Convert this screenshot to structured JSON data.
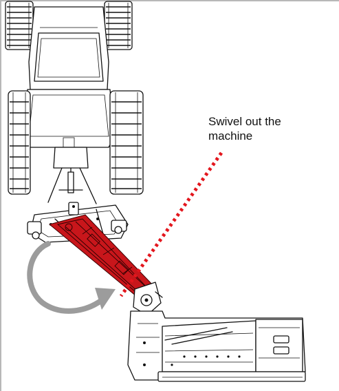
{
  "callout": {
    "lines": [
      "Swivel out the",
      "machine"
    ]
  },
  "icons": {
    "rotation_arrow": "curved-arrow-clockwise",
    "leader": "dotted-leader-line"
  },
  "colors": {
    "highlight": "#c8161b",
    "leader": "#e3161d",
    "arrow": "#9c9c9c",
    "linework": "#111111",
    "frame": "#b8b8b8"
  }
}
